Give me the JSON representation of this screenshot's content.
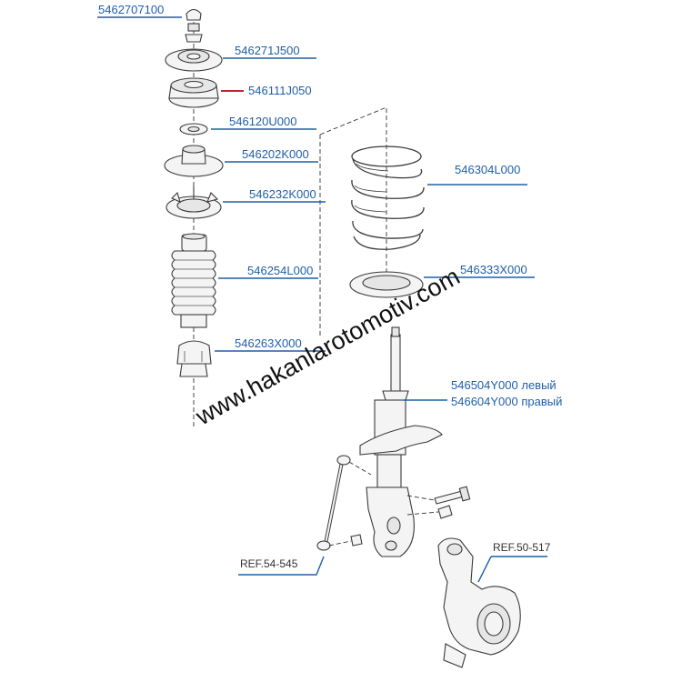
{
  "diagram": {
    "part_numbers": {
      "p1": "5462707100",
      "p2": "546271J500",
      "p3": "546111J050",
      "p4": "546120U000",
      "p5": "546202K000",
      "p6": "546232K000",
      "p7": "546254L000",
      "p8": "546263X000",
      "p9": "546304L000",
      "p10": "546333X000",
      "p11": "546504Y000 левый",
      "p12": "546604Y000 правый"
    },
    "references": {
      "r1": "REF.54-545",
      "r2": "REF.50-517"
    },
    "watermark": "www.hakanlarotomotiv.com",
    "colors": {
      "label": "#1f5fa8",
      "highlight_leader": "#c0272d",
      "line_art": "#3a3a3a"
    }
  }
}
